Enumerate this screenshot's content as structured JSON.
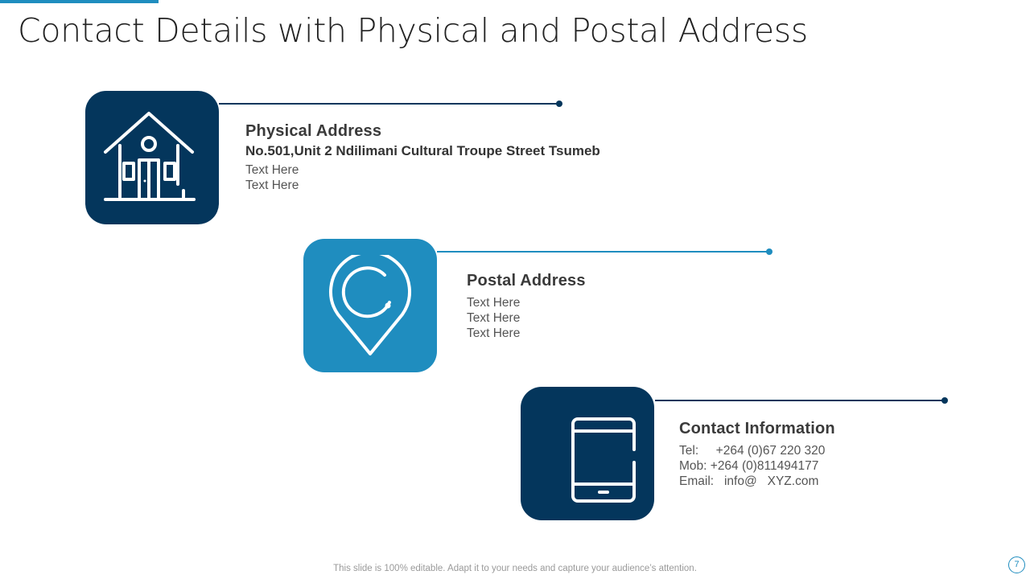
{
  "slide": {
    "title": "Contact Details with Physical and Postal Address",
    "page_number": "7",
    "footer_note": "This slide is 100% editable. Adapt it to your needs and capture your audience’s attention."
  },
  "colors": {
    "dark_navy": "#04365c",
    "accent_blue": "#1f8dbf"
  },
  "sections": [
    {
      "icon": "house-icon",
      "title": "Physical Address",
      "subtitle": "No.501,Unit 2 Ndilimani Cultural Troupe Street Tsumeb",
      "lines": [
        "Text Here",
        "Text Here"
      ]
    },
    {
      "icon": "location-pin-icon",
      "title": "Postal Address",
      "lines": [
        "Text Here",
        "Text Here",
        "Text Here"
      ]
    },
    {
      "icon": "smartphone-icon",
      "title": "Contact Information",
      "lines": [
        "Tel:     +264 (0)67 220 320",
        "Mob: +264 (0)811494177",
        "Email:   info@   XYZ.com"
      ]
    }
  ]
}
